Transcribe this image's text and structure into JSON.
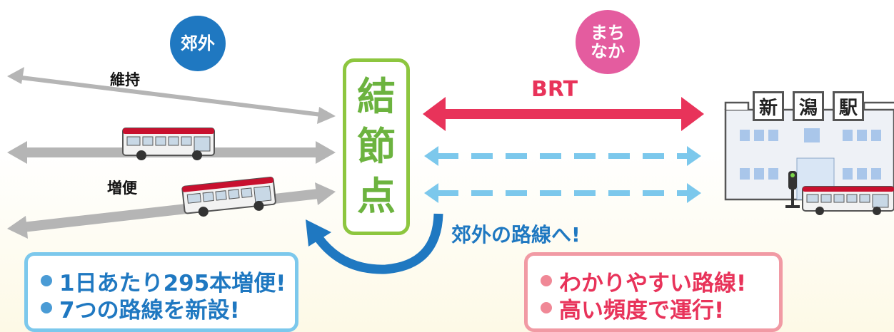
{
  "labels": {
    "suburb": "郊外",
    "town": "まち\nなか",
    "maintain": "維持",
    "increase": "増便",
    "node_chars": [
      "結",
      "節",
      "点"
    ],
    "brt": "BRT",
    "to_suburb": "郊外の路線へ!",
    "station_chars": [
      "新",
      "潟",
      "駅"
    ]
  },
  "info_left": {
    "lines": [
      "1日あたり295本増便!",
      "7つの路線を新設!"
    ]
  },
  "info_right": {
    "lines": [
      "わかりやすい路線!",
      "高い頻度で運行!"
    ]
  },
  "colors": {
    "suburb_blue": "#1f78c1",
    "town_pink": "#e45c9f",
    "node_green": "#8dc63f",
    "brt_red": "#e8335a",
    "dashed_blue": "#7cc8ec",
    "route_gray": "#b5b5b5"
  }
}
